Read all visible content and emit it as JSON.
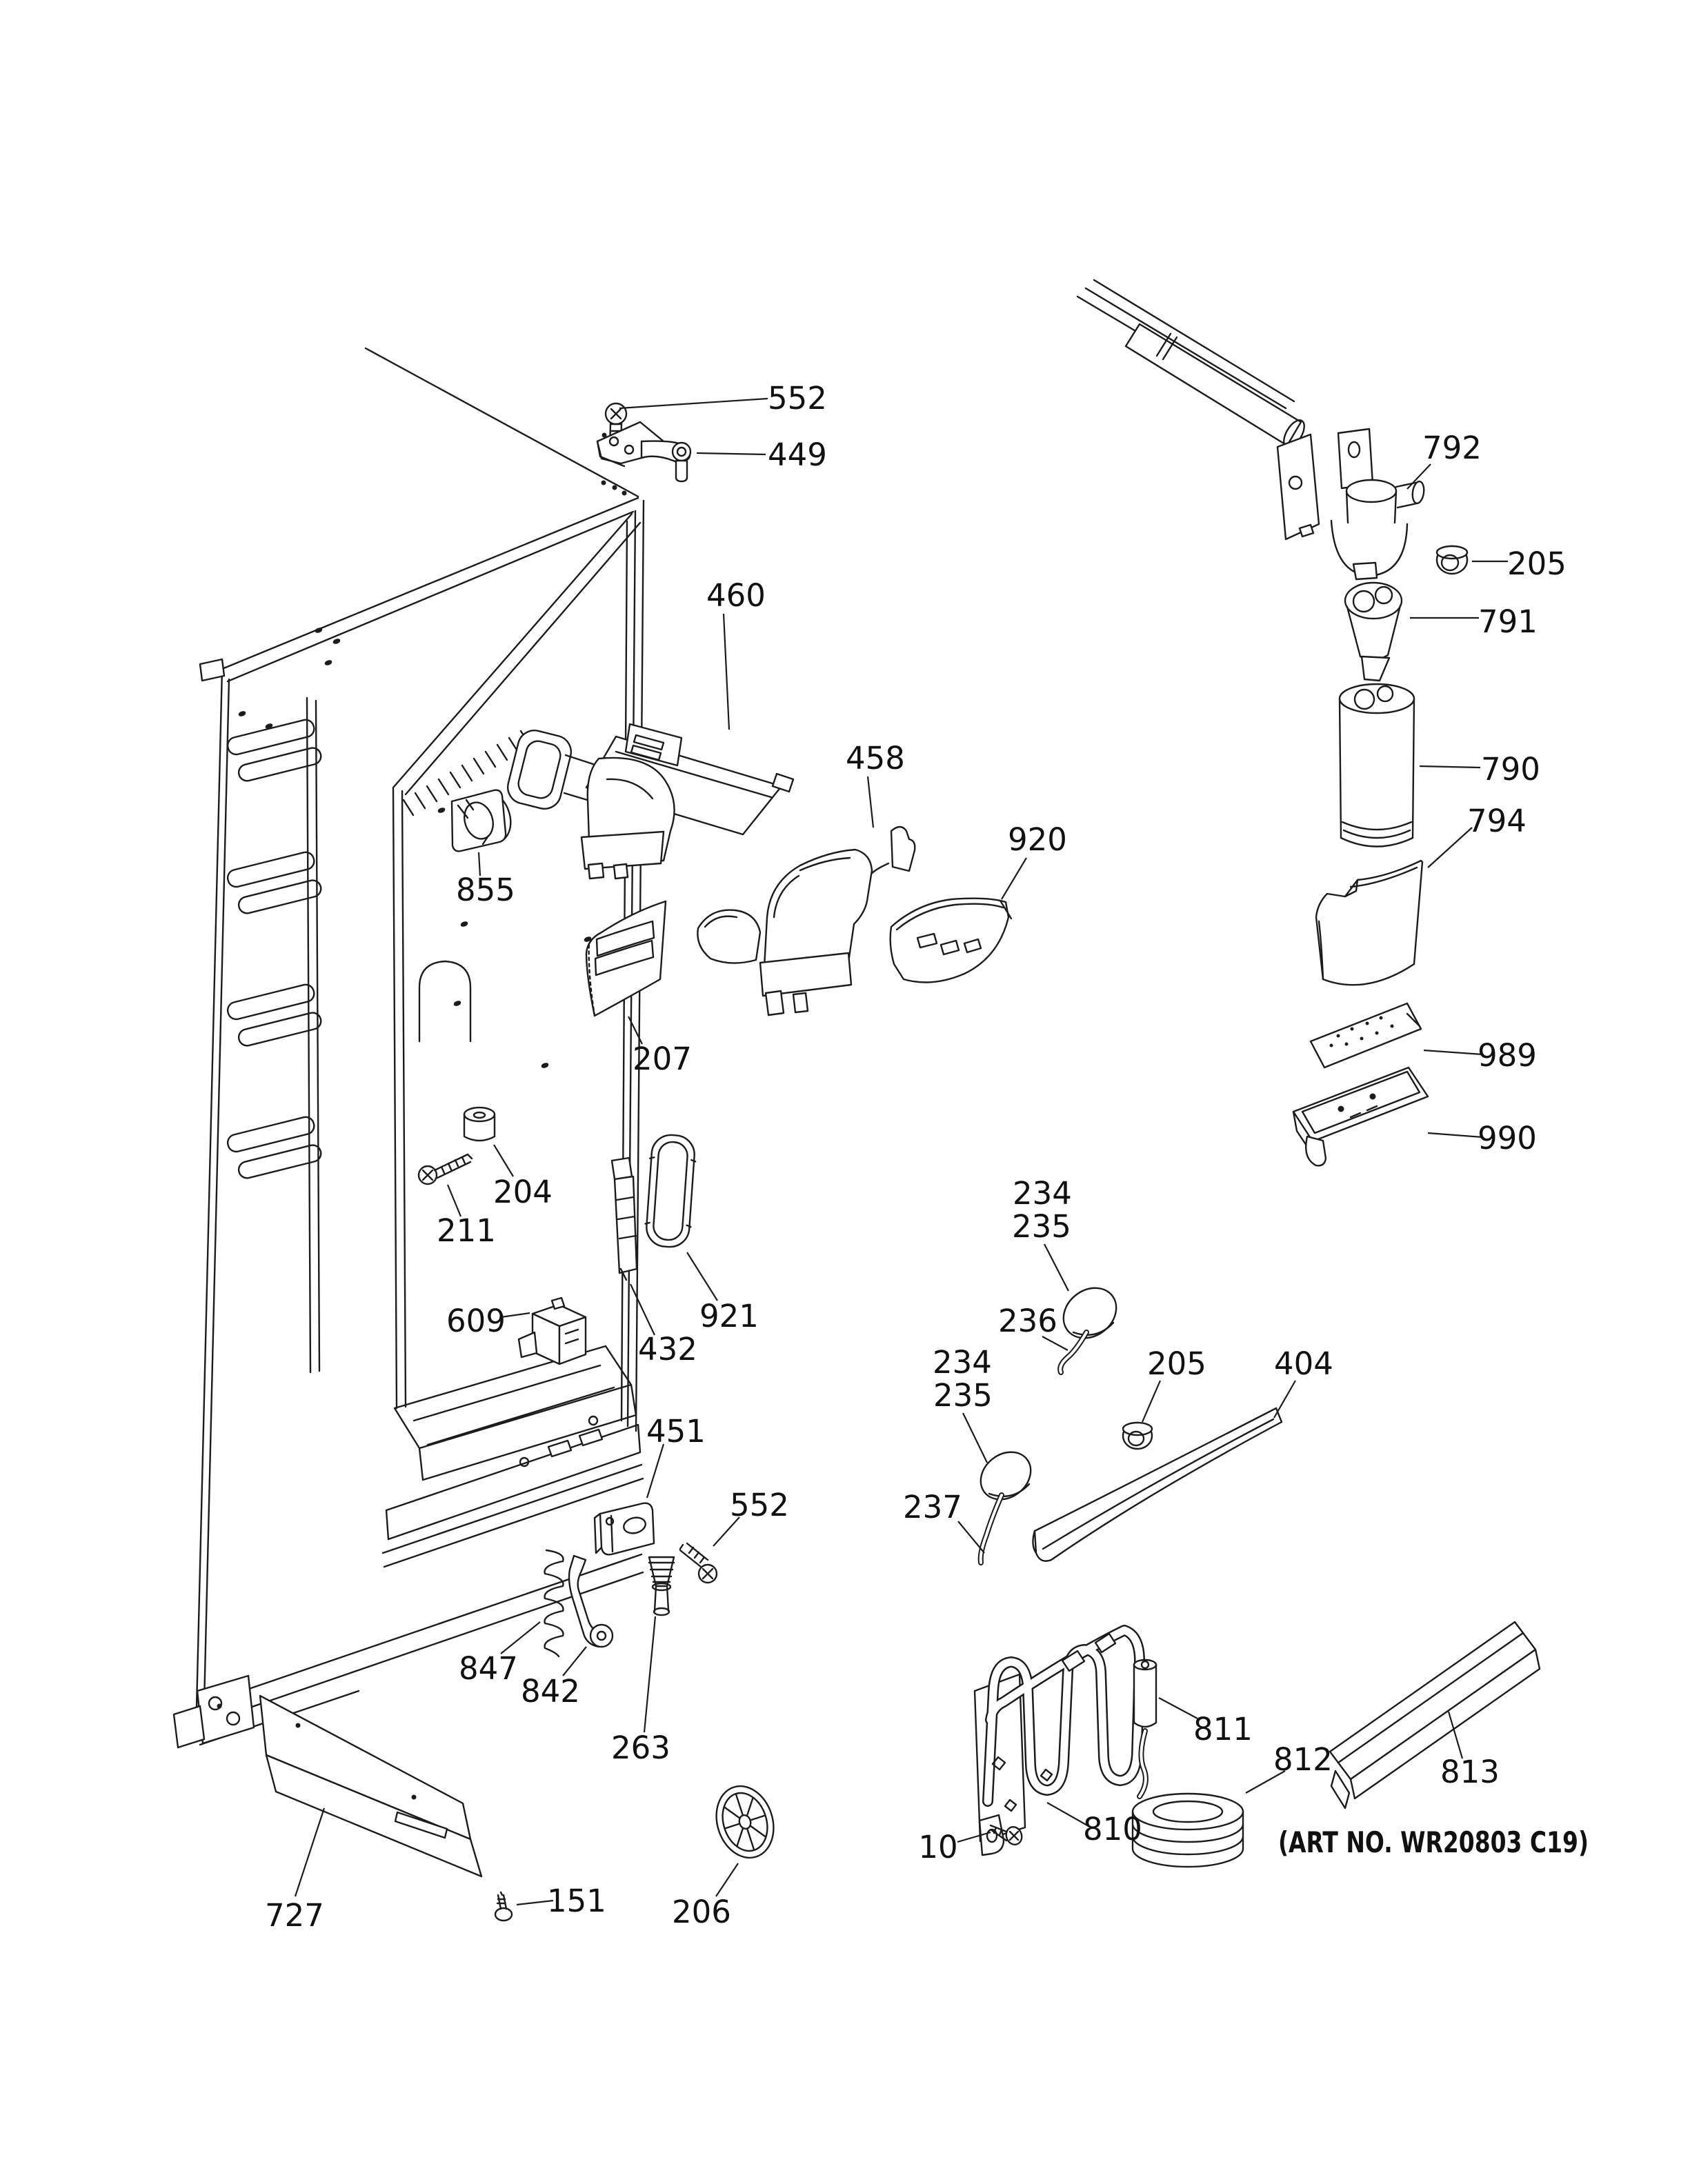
{
  "figure": {
    "art_no": "(ART NO. WR20803 C19)"
  },
  "labels": {
    "552_top": "552",
    "449": "449",
    "460": "460",
    "458": "458",
    "920": "920",
    "855": "855",
    "207": "207",
    "204": "204",
    "211": "211",
    "921": "921",
    "609": "609",
    "432": "432",
    "451": "451",
    "552_mid": "552",
    "847": "847",
    "842": "842",
    "263": "263",
    "206": "206",
    "151": "151",
    "727": "727",
    "234_top": "234",
    "235_top": "235",
    "236": "236",
    "234_low": "234",
    "235_low": "235",
    "237": "237",
    "205_mid": "205",
    "404": "404",
    "792": "792",
    "205_right": "205",
    "791": "791",
    "790": "790",
    "794": "794",
    "989": "989",
    "990": "990",
    "811": "811",
    "812": "812",
    "813": "813",
    "810": "810",
    "10": "10"
  }
}
